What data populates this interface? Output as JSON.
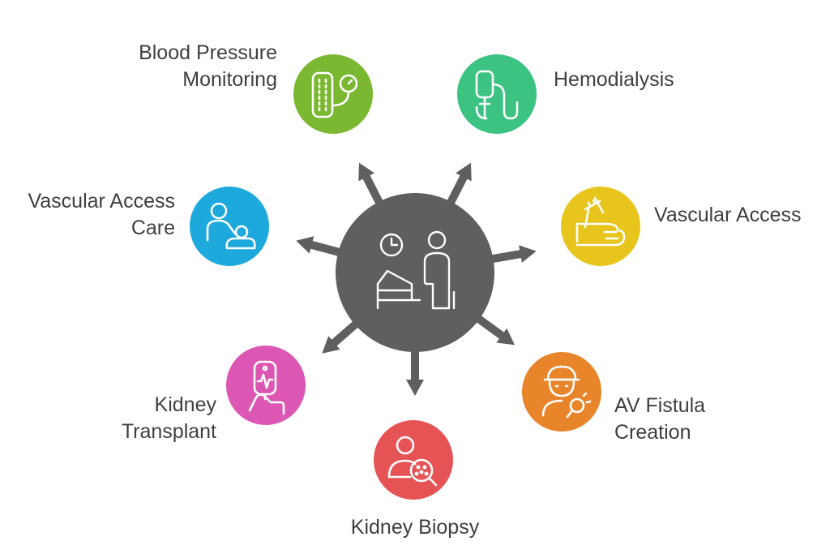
{
  "center": {
    "icon": "clock-and-patient-icon",
    "color": "#5f5f5f"
  },
  "arrow_color": "#5f5f5f",
  "nodes": [
    {
      "id": "blood-pressure-monitoring",
      "lines": [
        "Blood Pressure",
        "Monitoring"
      ],
      "color": "#7ab831",
      "icon": "blood-pressure-monitor-icon"
    },
    {
      "id": "hemodialysis",
      "lines": [
        "Hemodialysis"
      ],
      "color": "#3cc381",
      "icon": "dialysis-tube-icon"
    },
    {
      "id": "vascular-access",
      "lines": [
        "Vascular Access"
      ],
      "color": "#e8c51c",
      "icon": "arm-syringe-icon"
    },
    {
      "id": "av-fistula-creation",
      "lines": [
        "AV Fistula",
        "Creation"
      ],
      "color": "#e8852a",
      "icon": "surgeon-icon"
    },
    {
      "id": "kidney-biopsy",
      "lines": [
        "Kidney Biopsy"
      ],
      "color": "#e65355",
      "icon": "biopsy-magnifier-icon"
    },
    {
      "id": "kidney-transplant",
      "lines": [
        "Kidney",
        "Transplant"
      ],
      "color": "#dc56b3",
      "icon": "transplant-bag-icon"
    },
    {
      "id": "vascular-access-care",
      "lines": [
        "Vascular Access",
        "Care"
      ],
      "color": "#1ea9dc",
      "icon": "caregiver-icon"
    }
  ]
}
